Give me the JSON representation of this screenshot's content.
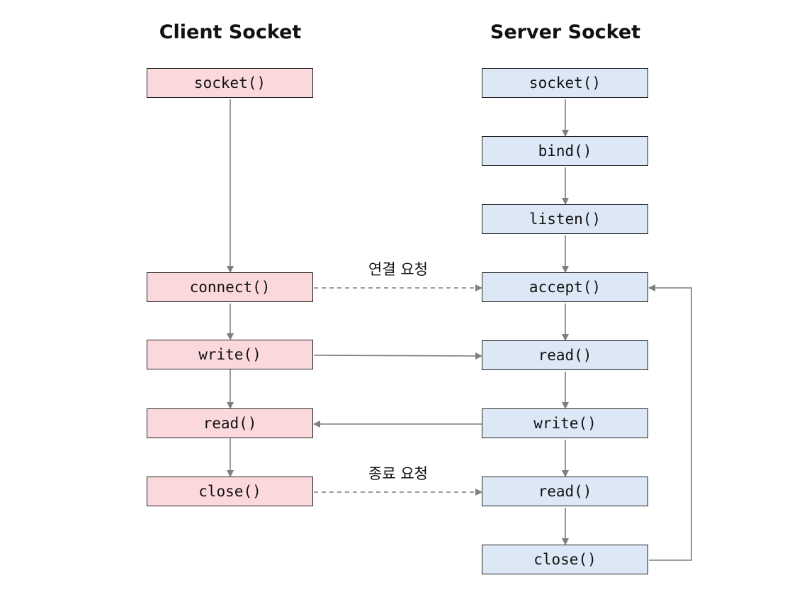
{
  "colors": {
    "client_box": "#fbd8dc",
    "server_box": "#dde8f6",
    "border": "#222222",
    "arrow": "#7f7f7f"
  },
  "client": {
    "title": "Client Socket",
    "steps": {
      "socket": "socket()",
      "connect": "connect()",
      "write": "write()",
      "read": "read()",
      "close": "close()"
    }
  },
  "server": {
    "title": "Server Socket",
    "steps": {
      "socket": "socket()",
      "bind": "bind()",
      "listen": "listen()",
      "accept": "accept()",
      "read1": "read()",
      "write": "write()",
      "read2": "read()",
      "close": "close()"
    }
  },
  "messages": {
    "connect_request": "연결 요청",
    "close_request": "종료 요청"
  }
}
